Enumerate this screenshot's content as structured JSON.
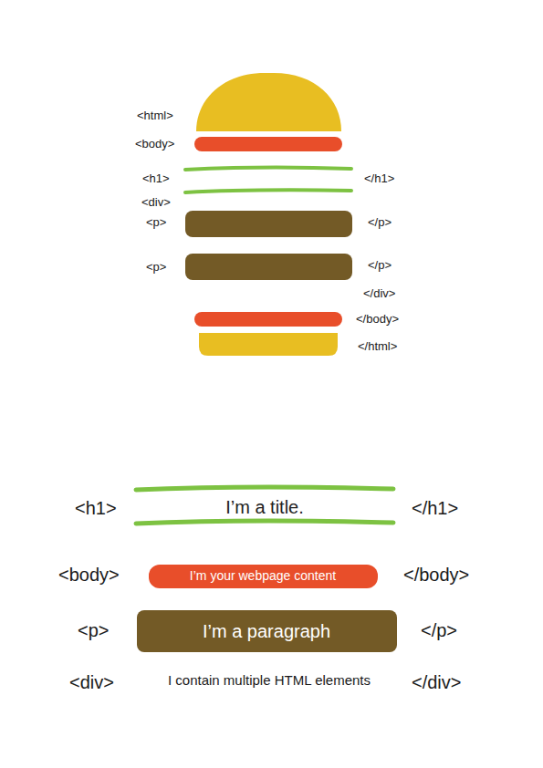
{
  "diagram": {
    "nodes": [
      {
        "text": [
          "I’m a title."
        ]
      },
      {
        "text": [
          "I’m your webpage content"
        ]
      },
      {
        "text": [
          "I’m a paragraph"
        ]
      }
    ],
    "labels": [
      "<html>",
      "<body>",
      "<h1>",
      "</h1>",
      "<div>",
      "<p>",
      "</p>",
      "<p>",
      "</p>",
      "</div>",
      "</body>",
      "</html>",
      "<h1>",
      "</h1>",
      "<body>",
      "</body>",
      "<p>",
      "</p>",
      "<div>",
      "I contain multiple HTML elements",
      "</div>"
    ]
  }
}
